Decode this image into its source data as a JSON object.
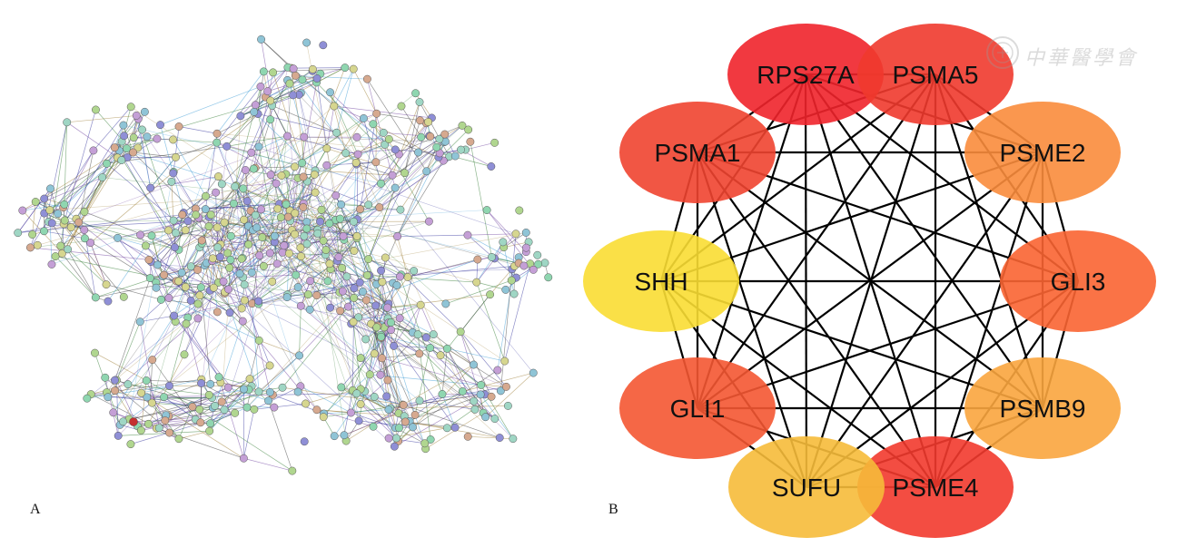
{
  "panels": {
    "a": {
      "letter": "A",
      "description_type": "dense-ppi-network"
    },
    "b": {
      "letter": "B",
      "description_type": "hub-gene-network"
    }
  },
  "watermark": {
    "text": "中華醫學會"
  },
  "hub_network": {
    "nodes": [
      {
        "id": "RPS27A",
        "label": "RPS27A",
        "color": "#f0232b"
      },
      {
        "id": "PSMA5",
        "label": "PSMA5",
        "color": "#f03a2e"
      },
      {
        "id": "PSME2",
        "label": "PSME2",
        "color": "#f98c3c"
      },
      {
        "id": "GLI3",
        "label": "GLI3",
        "color": "#f96432"
      },
      {
        "id": "PSMB9",
        "label": "PSMB9",
        "color": "#f9a53e"
      },
      {
        "id": "PSME4",
        "label": "PSME4",
        "color": "#f23a2e"
      },
      {
        "id": "SUFU",
        "label": "SUFU",
        "color": "#f6bb3a"
      },
      {
        "id": "GLI1",
        "label": "GLI1",
        "color": "#f45632"
      },
      {
        "id": "SHH",
        "label": "SHH",
        "color": "#f9dd33"
      },
      {
        "id": "PSMA1",
        "label": "PSMA1",
        "color": "#f04430"
      }
    ],
    "edge_color": "#000000",
    "fully_connected": true
  },
  "dense_network": {
    "node_colors": [
      "#8f8fd6",
      "#8fd6b0",
      "#d6d68f",
      "#b0d68f",
      "#8fc4d6",
      "#d6a98f",
      "#c49fd6",
      "#9fd6c4"
    ],
    "edge_colors": [
      "#3b3b3b",
      "#6a3a9a",
      "#2f7a2f",
      "#3a9ad6",
      "#9a7a2f",
      "#2f2f9a"
    ],
    "highlight_node_color": "#c43030"
  }
}
